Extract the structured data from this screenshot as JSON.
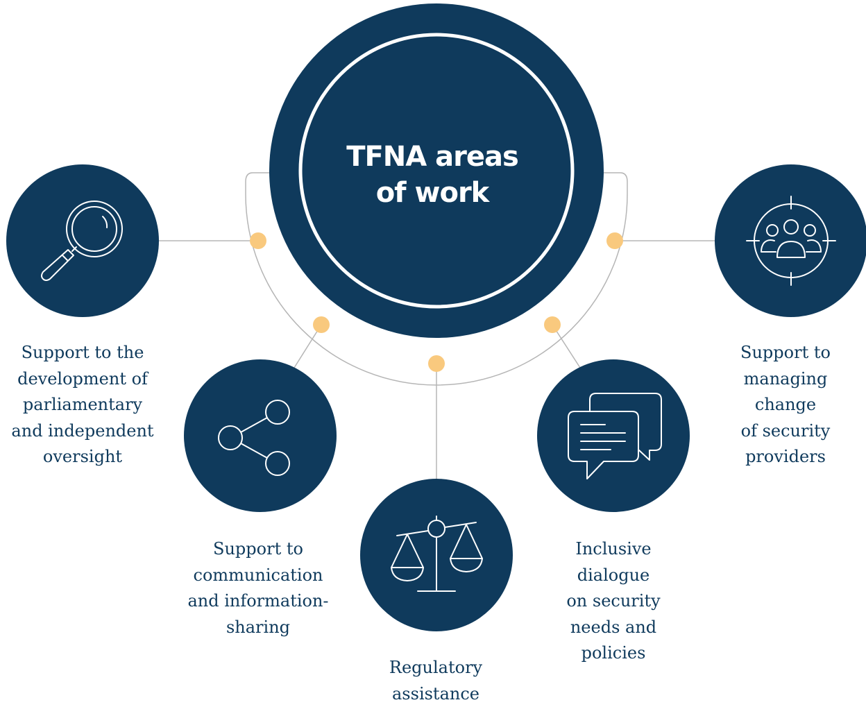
{
  "center": {
    "title": "TFNA areas\nof work"
  },
  "areas": [
    {
      "id": "oversight",
      "icon": "magnifying-glass-icon",
      "label": "Support to the\ndevelopment of\nparliamentary\nand independent\noversight"
    },
    {
      "id": "communication",
      "icon": "share-network-icon",
      "label": "Support to\ncommunication\nand information-\nsharing"
    },
    {
      "id": "regulatory",
      "icon": "balance-scale-icon",
      "label": "Regulatory\nassistance"
    },
    {
      "id": "dialogue",
      "icon": "speech-bubbles-icon",
      "label": "Inclusive\ndialogue\non security\nneeds and\npolicies"
    },
    {
      "id": "managing",
      "icon": "people-target-icon",
      "label": "Support to\nmanaging\nchange\nof security\nproviders"
    }
  ],
  "colors": {
    "navy": "#0f3a5c",
    "connector_dot": "#f9c97e",
    "connector_line": "#b5b5b5",
    "icon_stroke": "#ffffff"
  }
}
